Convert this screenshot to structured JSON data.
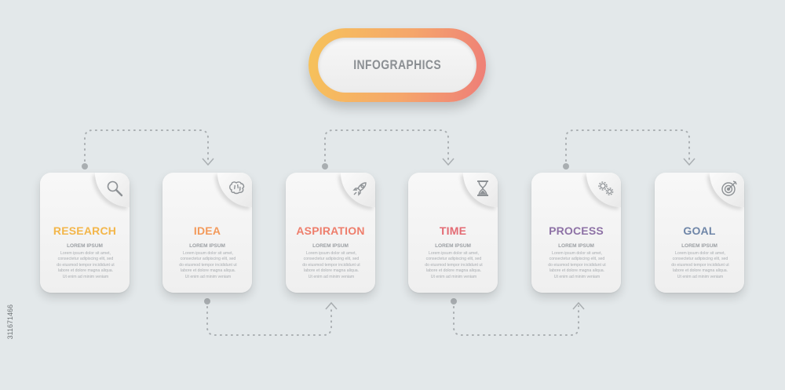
{
  "header": {
    "title": "INFOGRAPHICS"
  },
  "steps": [
    {
      "title": "RESEARCH",
      "color": "#f3b64a",
      "icon": "magnifier-icon",
      "subtitle": "LOREM IPSUM",
      "body": "Lorem ipsum dolor sit amet, consectetur adipiscing elit, sed do eiusmod tempor incididunt ut labore et dolore magna aliqua. Ut enim ad minim veniam"
    },
    {
      "title": "IDEA",
      "color": "#f39a5b",
      "icon": "brain-icon",
      "subtitle": "LOREM IPSUM",
      "body": "Lorem ipsum dolor sit amet, consectetur adipiscing elit, sed do eiusmod tempor incididunt ut labore et dolore magna aliqua. Ut enim ad minim veniam"
    },
    {
      "title": "ASPIRATION",
      "color": "#ee7e6c",
      "icon": "rocket-icon",
      "subtitle": "LOREM IPSUM",
      "body": "Lorem ipsum dolor sit amet, consectetur adipiscing elit, sed do eiusmod tempor incididunt ut labore et dolore magna aliqua. Ut enim ad minim veniam"
    },
    {
      "title": "TIME",
      "color": "#e36a73",
      "icon": "hourglass-icon",
      "subtitle": "LOREM IPSUM",
      "body": "Lorem ipsum dolor sit amet, consectetur adipiscing elit, sed do eiusmod tempor incididunt ut labore et dolore magna aliqua. Ut enim ad minim veniam"
    },
    {
      "title": "PROCESS",
      "color": "#8e72a6",
      "icon": "gears-icon",
      "subtitle": "LOREM IPSUM",
      "body": "Lorem ipsum dolor sit amet, consectetur adipiscing elit, sed do eiusmod tempor incididunt ut labore et dolore magna aliqua. Ut enim ad minim veniam"
    },
    {
      "title": "GOAL",
      "color": "#6f86a8",
      "icon": "target-icon",
      "subtitle": "LOREM IPSUM",
      "body": "Lorem ipsum dolor sit amet, consectetur adipiscing elit, sed do eiusmod tempor incididunt ut labore et dolore magna aliqua. Ut enim ad minim veniam"
    }
  ],
  "pill_gradient": [
    "#f6c35a",
    "#ee7d78"
  ],
  "watermark": "311671466"
}
